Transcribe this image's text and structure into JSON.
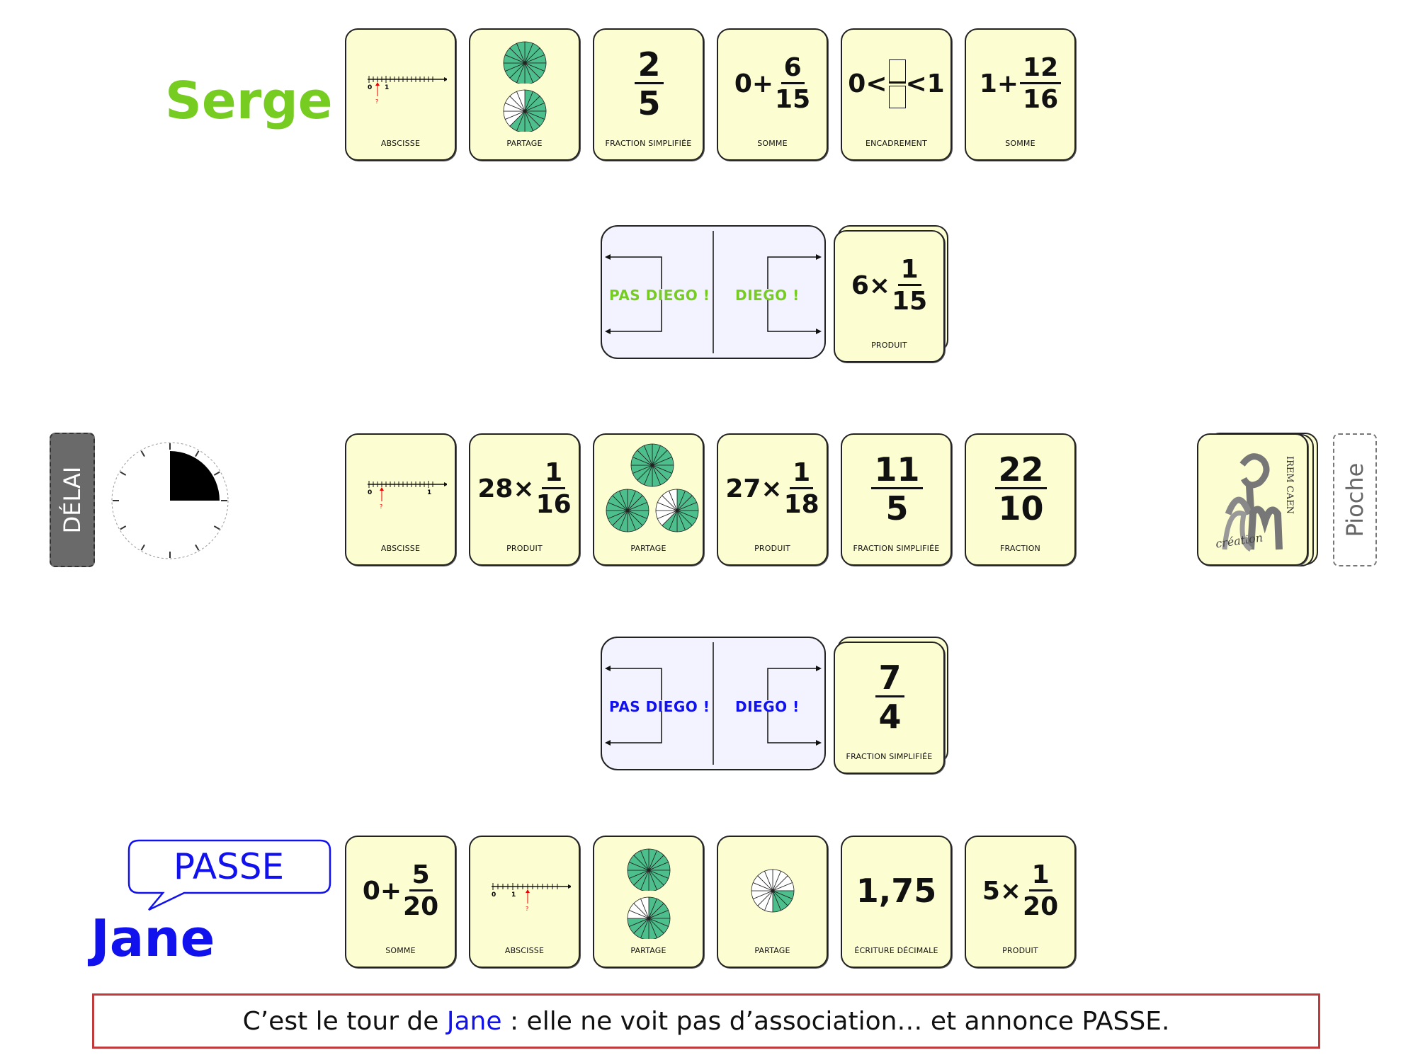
{
  "players": {
    "top": {
      "name": "Serge",
      "color": "#77cc22"
    },
    "bottom": {
      "name": "Jane",
      "color": "#1111ee",
      "speech": "PASSE"
    }
  },
  "colors": {
    "card_bg": "#fdfdd2",
    "sector_green": "#4dbf8c",
    "caption_border": "#c0393b"
  },
  "timer": {
    "label": "DÉLAI",
    "elapsed_fraction": 0.25
  },
  "deck": {
    "label": "Pioche",
    "logo_text_1": "IREM CAEN",
    "logo_text_2": "création"
  },
  "serge_cards": [
    {
      "label": "ABSCISSE",
      "axis": {
        "zero": "0",
        "one": "1",
        "q": "?"
      }
    },
    {
      "label": "PARTAGE"
    },
    {
      "label": "FRACTION SIMPLIFIÉE",
      "num": "2",
      "den": "5"
    },
    {
      "label": "SOMME",
      "pre": "0+",
      "num": "6",
      "den": "15"
    },
    {
      "label": "ENCADREMENT",
      "pre": "0<",
      "post": "<1"
    },
    {
      "label": "SOMME",
      "pre": "1+",
      "num": "12",
      "den": "16"
    }
  ],
  "middle_cards": [
    {
      "label": "ABSCISSE",
      "axis": {
        "zero": "0",
        "one": "1",
        "q": "?"
      }
    },
    {
      "label": "PRODUIT",
      "pre": "28×",
      "num": "1",
      "den": "16"
    },
    {
      "label": "PARTAGE"
    },
    {
      "label": "PRODUIT",
      "pre": "27×",
      "num": "1",
      "den": "18"
    },
    {
      "label": "FRACTION SIMPLIFIÉE",
      "num": "11",
      "den": "5"
    },
    {
      "label": "FRACTION",
      "num": "22",
      "den": "10"
    }
  ],
  "jane_cards": [
    {
      "label": "SOMME",
      "pre": "0+",
      "num": "5",
      "den": "20"
    },
    {
      "label": "ABSCISSE",
      "axis": {
        "zero": "0",
        "one": "1",
        "q": "?"
      }
    },
    {
      "label": "PARTAGE"
    },
    {
      "label": "PARTAGE"
    },
    {
      "label": "ÉCRITURE DÉCIMALE",
      "value": "1,75"
    },
    {
      "label": "PRODUIT",
      "pre": "5×",
      "num": "1",
      "den": "20"
    }
  ],
  "serge_zone": {
    "pas_diego": "PAS DIEGO !",
    "diego": "DIEGO !",
    "card": {
      "label": "PRODUIT",
      "pre": "6×",
      "num": "1",
      "den": "15"
    }
  },
  "jane_zone": {
    "pas_diego": "PAS DIEGO !",
    "diego": "DIEGO !",
    "card": {
      "label": "FRACTION SIMPLIFIÉE",
      "num": "7",
      "den": "4"
    }
  },
  "caption": {
    "part1": "C’est le tour de ",
    "name": "Jane",
    "part2": " : elle ne voit pas d’association… et annonce PASSE."
  }
}
